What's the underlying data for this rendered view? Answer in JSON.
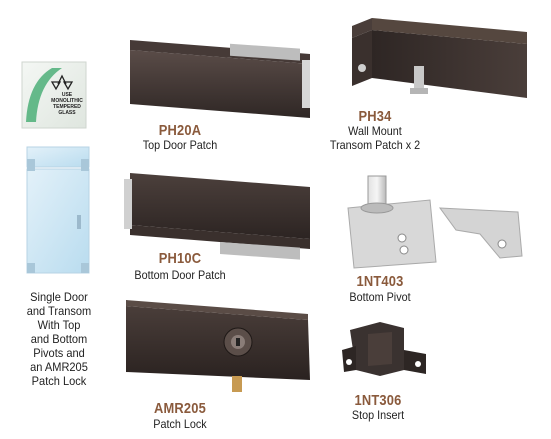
{
  "glass_label": {
    "lines": [
      "USE",
      "MONOLITHIC",
      "TEMPERED",
      "GLASS"
    ]
  },
  "products": [
    {
      "code": "PH20A",
      "desc": "Top Door Patch"
    },
    {
      "code": "PH34",
      "desc": "Wall Mount",
      "desc2": "Transom Patch x 2"
    },
    {
      "code": "PH10C",
      "desc": "Bottom Door Patch"
    },
    {
      "code": "1NT403",
      "desc": "Bottom Pivot"
    },
    {
      "code": "AMR205",
      "desc": "Patch Lock"
    },
    {
      "code": "1NT306",
      "desc": "Stop Insert"
    }
  ],
  "door_caption": {
    "lines": [
      "Single Door",
      "and Transom",
      "With Top",
      "and Bottom",
      "Pivots and",
      "an AMR205",
      "Patch Lock"
    ]
  },
  "colors": {
    "bronze": "#3b3230",
    "label_brown": "#8a5a3c",
    "glass": "#cfe6f3",
    "steel": "#c9c9c9"
  }
}
